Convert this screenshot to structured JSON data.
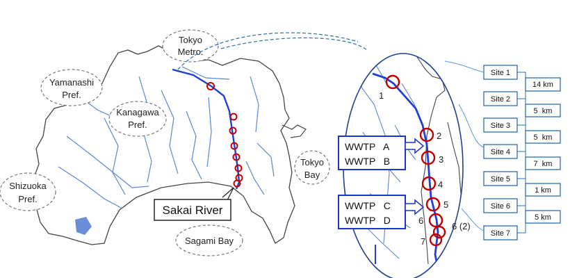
{
  "regions": {
    "tokyo": [
      "Tokyo",
      "Metro."
    ],
    "yamanashi": [
      "Yamanashi",
      "Pref."
    ],
    "kanagawa": [
      "Kanagawa",
      "Pref."
    ],
    "shizuoka": [
      "Shizuoka",
      "Pref."
    ],
    "tokyo_bay": [
      "Tokyo",
      "Bay"
    ],
    "sagami_bay": "Sagami Bay"
  },
  "river_label": "Sakai River",
  "wwtp_box_1": [
    "WWTP   A",
    "WWTP   B"
  ],
  "wwtp_box_2": [
    "WWTP   C",
    "WWTP   D"
  ],
  "site_numbers": [
    "1",
    "2",
    "3",
    "4",
    "5",
    "6",
    "6 (2)",
    "7"
  ],
  "sites": [
    "Site 1",
    "Site 2",
    "Site 3",
    "Site 4",
    "Site 5",
    "Site 6",
    "Site 7"
  ],
  "distances": [
    "14 km",
    "5  km",
    "5  km",
    "7  km",
    "1 km",
    "5 km"
  ],
  "colors": {
    "river": "#1f3fd6",
    "tributary": "#5b86d6",
    "marker": "#c00000",
    "box_border": "#2b6cb0",
    "wwtp_border": "#1a33cc",
    "land_outline": "#444444"
  }
}
